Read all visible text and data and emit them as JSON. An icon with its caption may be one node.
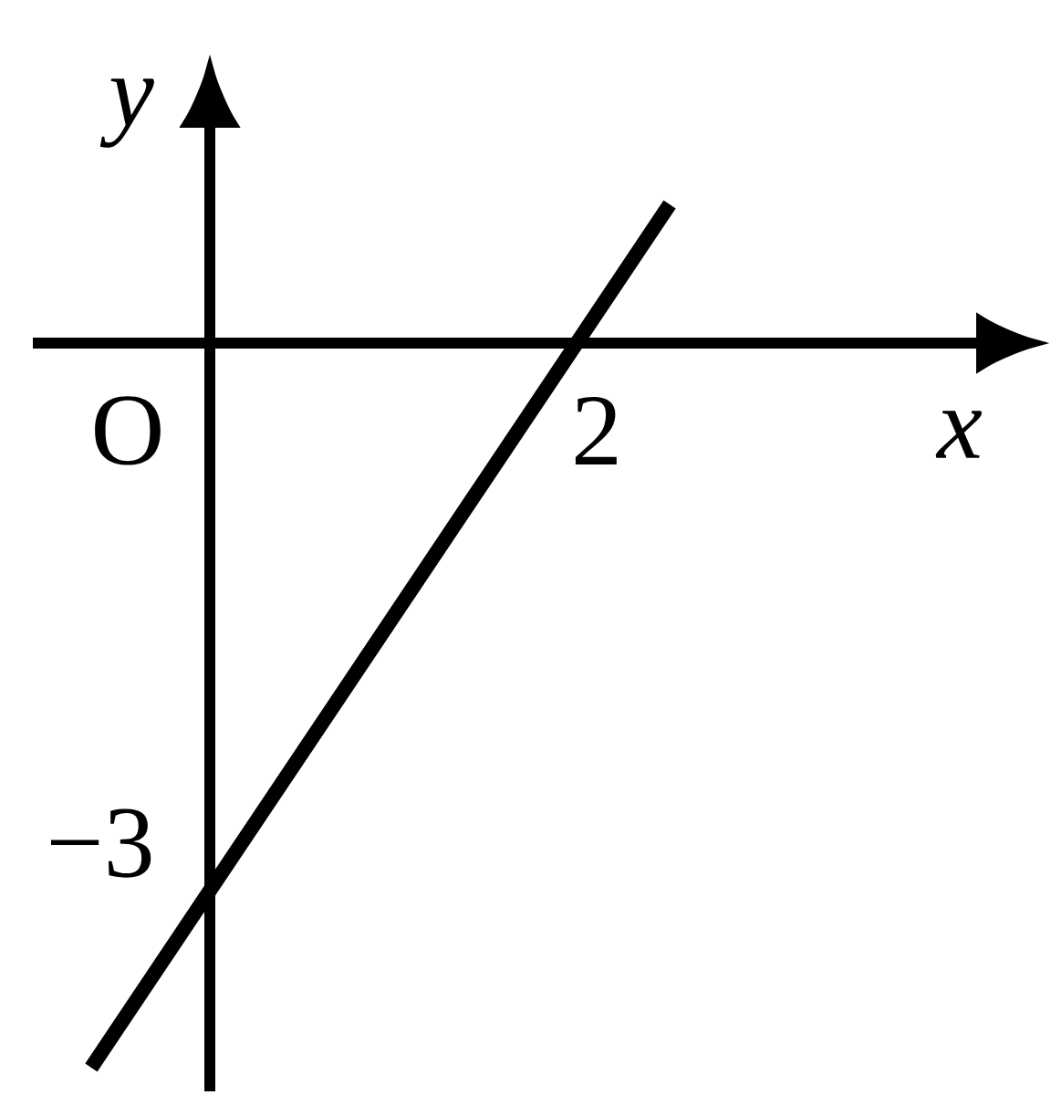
{
  "diagram": {
    "labels": [
      "y",
      "O",
      "2",
      "x",
      "−3"
    ]
  }
}
